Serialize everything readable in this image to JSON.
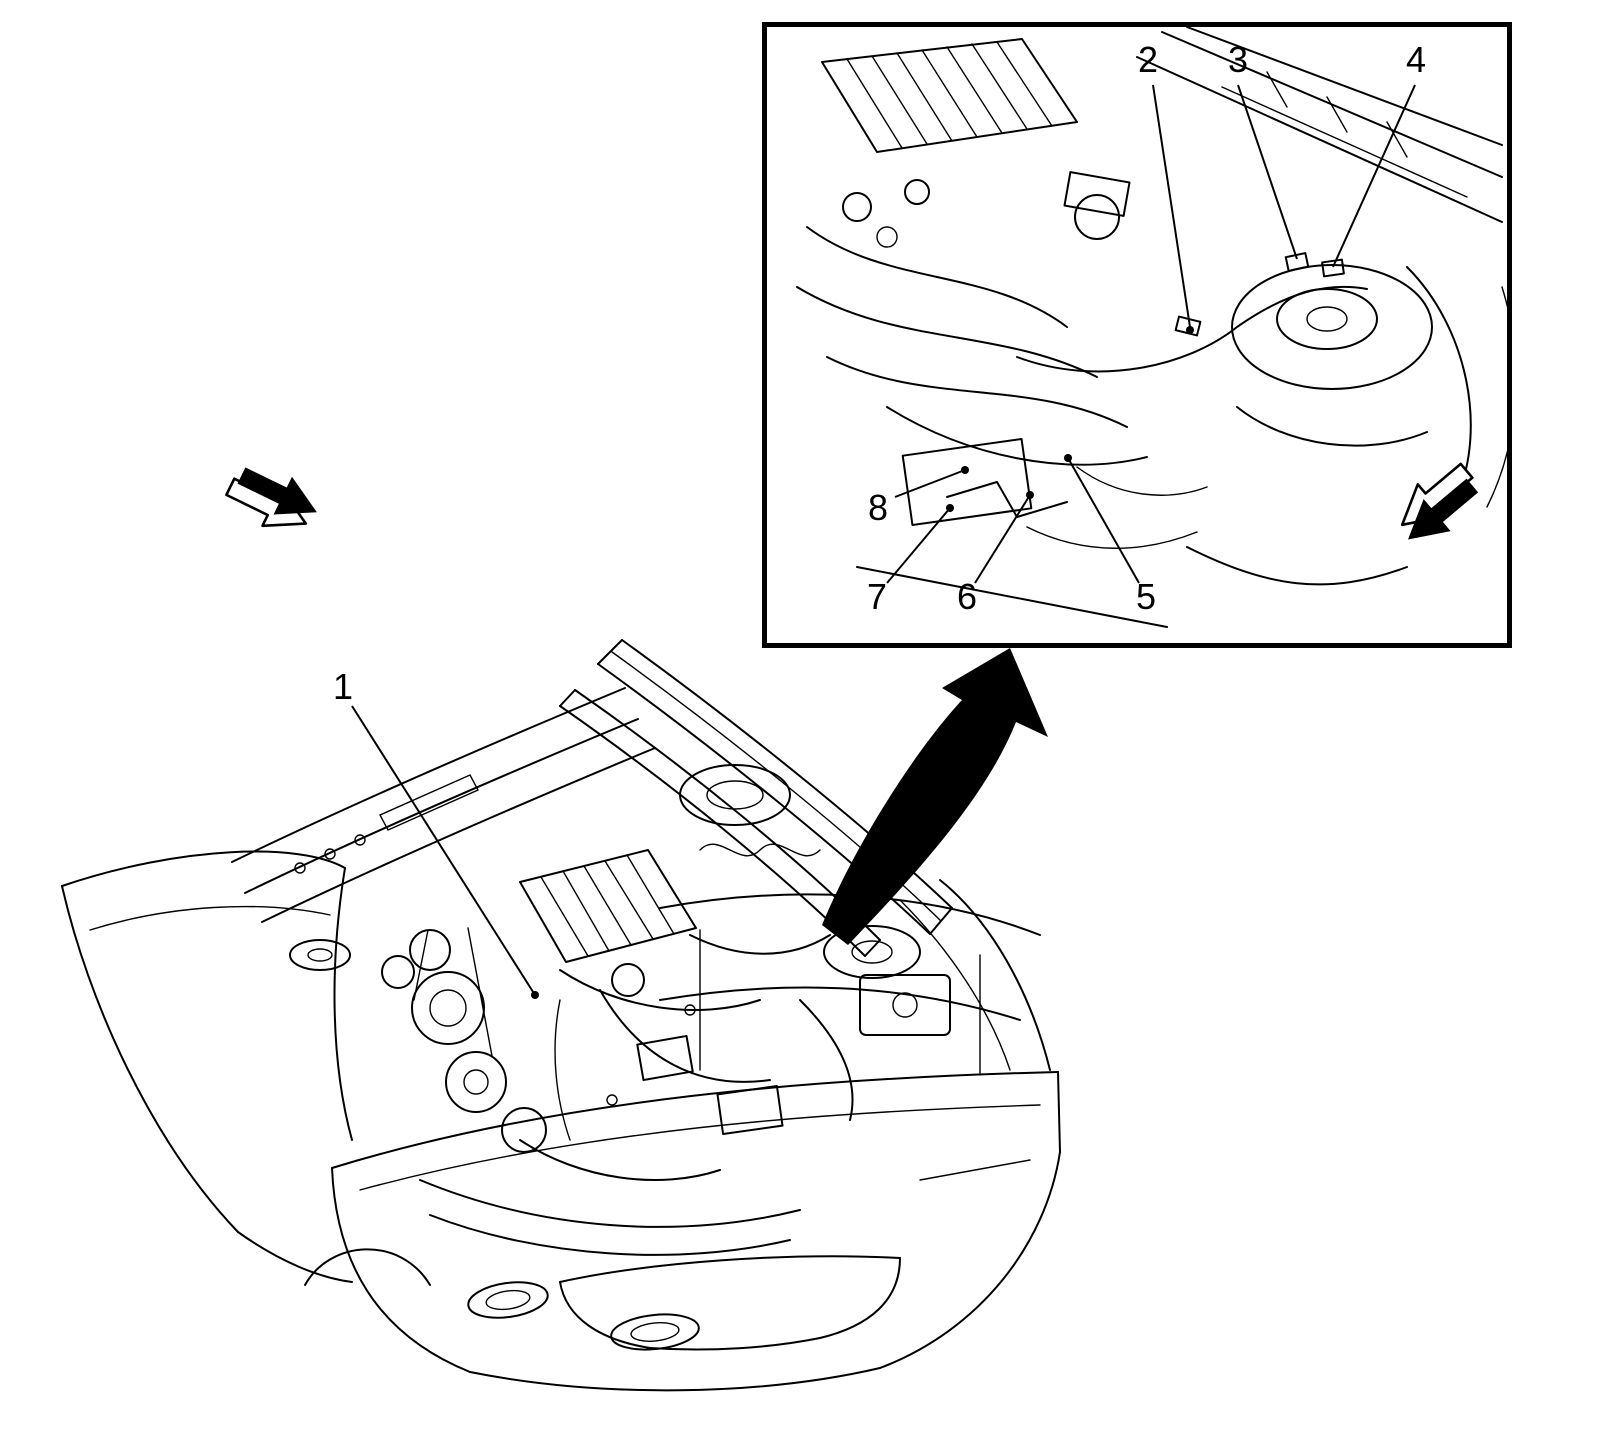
{
  "figure": {
    "background_color": "#ffffff",
    "line_color": "#000000"
  },
  "callouts": {
    "c1": "1",
    "c2": "2",
    "c3": "3",
    "c4": "4",
    "c5": "5",
    "c6": "6",
    "c7": "7",
    "c8": "8"
  },
  "icons": {
    "view_direction_arrow_main": "3d-block-arrow",
    "view_direction_arrow_inset": "3d-block-arrow",
    "zoom_arrow": "curved-tapered-arrow"
  }
}
